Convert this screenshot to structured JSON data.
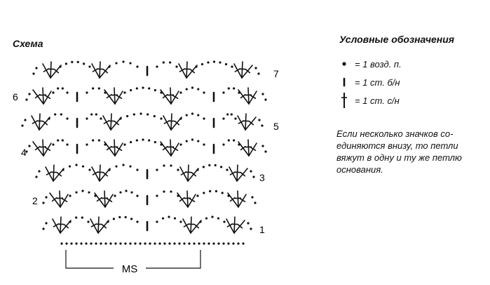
{
  "scheme_title": "Схема",
  "legend": {
    "title": "Условные обозначения",
    "items": [
      {
        "icon": "chain-dot-icon",
        "text": "= 1 возд. п."
      },
      {
        "icon": "single-crochet-icon",
        "text": "= 1 ст. б/н"
      },
      {
        "icon": "double-crochet-icon",
        "text": "= 1 ст. с/н"
      }
    ],
    "note_lines": [
      "Если несколько значков со-",
      "единяются внизу, то петли",
      "вяжут в одну и ту же петлю",
      "основания."
    ]
  },
  "row_numbers": [
    "1",
    "2",
    "3",
    "4",
    "5",
    "6",
    "7"
  ],
  "repeat_label": "MS"
}
